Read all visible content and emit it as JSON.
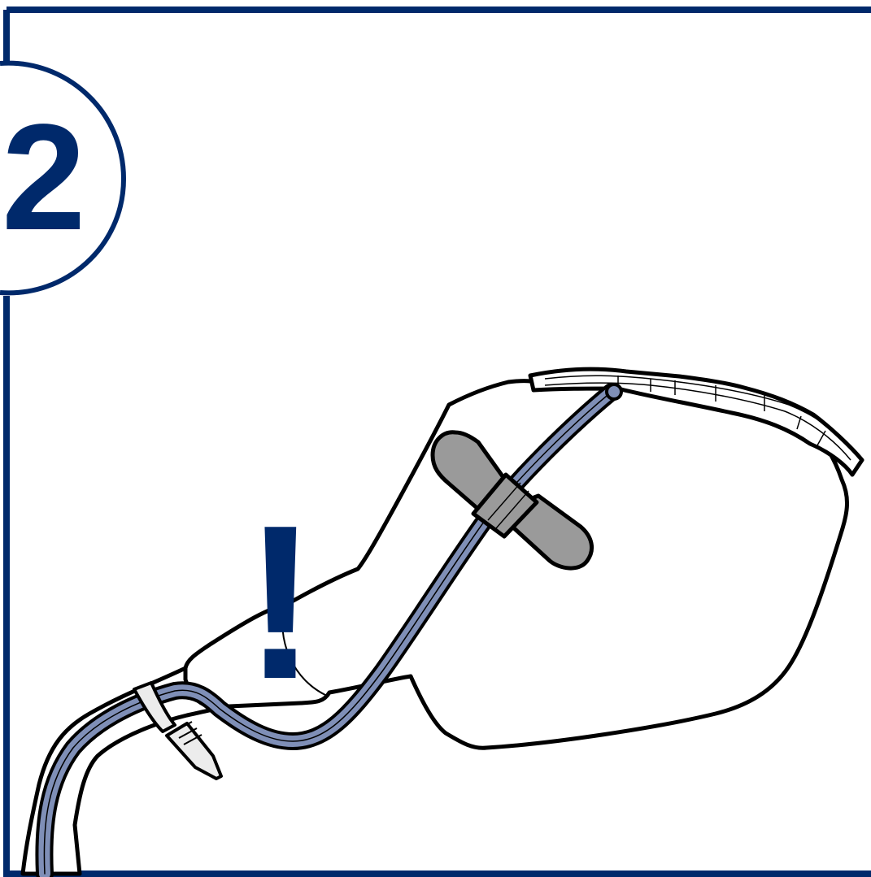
{
  "step": {
    "number": "2"
  },
  "warning": {
    "symbol": "!"
  },
  "colors": {
    "frame": "#00296b",
    "hose": "#7f8fb7",
    "clip": "#9a9a9a",
    "outline": "#000000",
    "background": "#ffffff"
  },
  "icons": {
    "step_badge": "step-number-badge",
    "warning": "exclamation-icon",
    "clip": "hose-clip-icon",
    "hose": "hose-line",
    "arm": "mirror-arm-outline"
  }
}
